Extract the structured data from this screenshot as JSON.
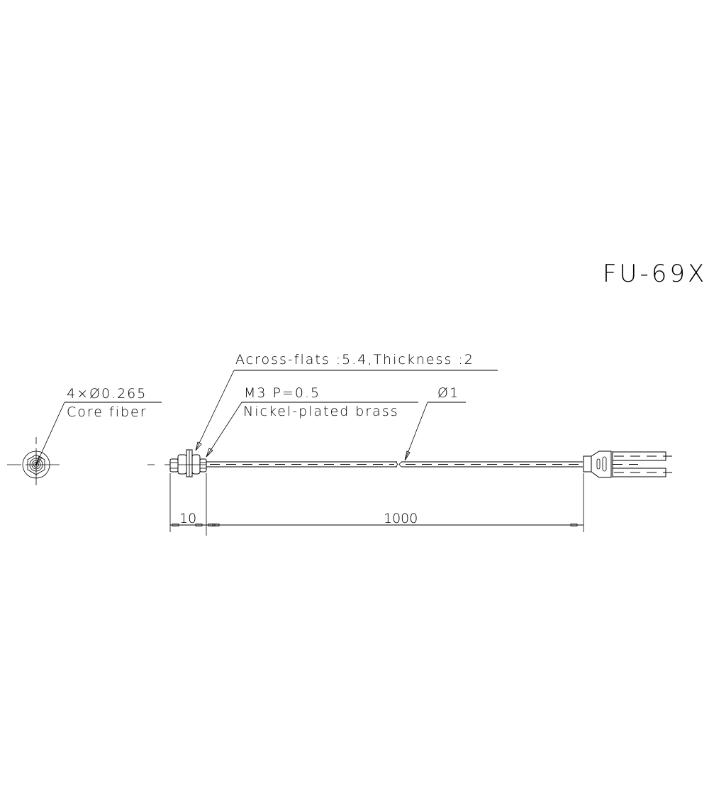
{
  "drawing": {
    "model": "FU-69X",
    "front_view": {
      "callout_line1": "4×Ø0.265",
      "callout_line2": "Core fiber"
    },
    "side_view": {
      "callout_nut": "Across-flats :5.4,Thickness :2",
      "callout_thread_line1": "M3 P=0.5",
      "callout_thread_line2": "Nickel-plated brass",
      "callout_cable": "Ø1"
    },
    "dimensions": {
      "head_length": "10",
      "cable_length": "1000"
    }
  },
  "colors": {
    "line": "#000000",
    "background": "#ffffff"
  }
}
